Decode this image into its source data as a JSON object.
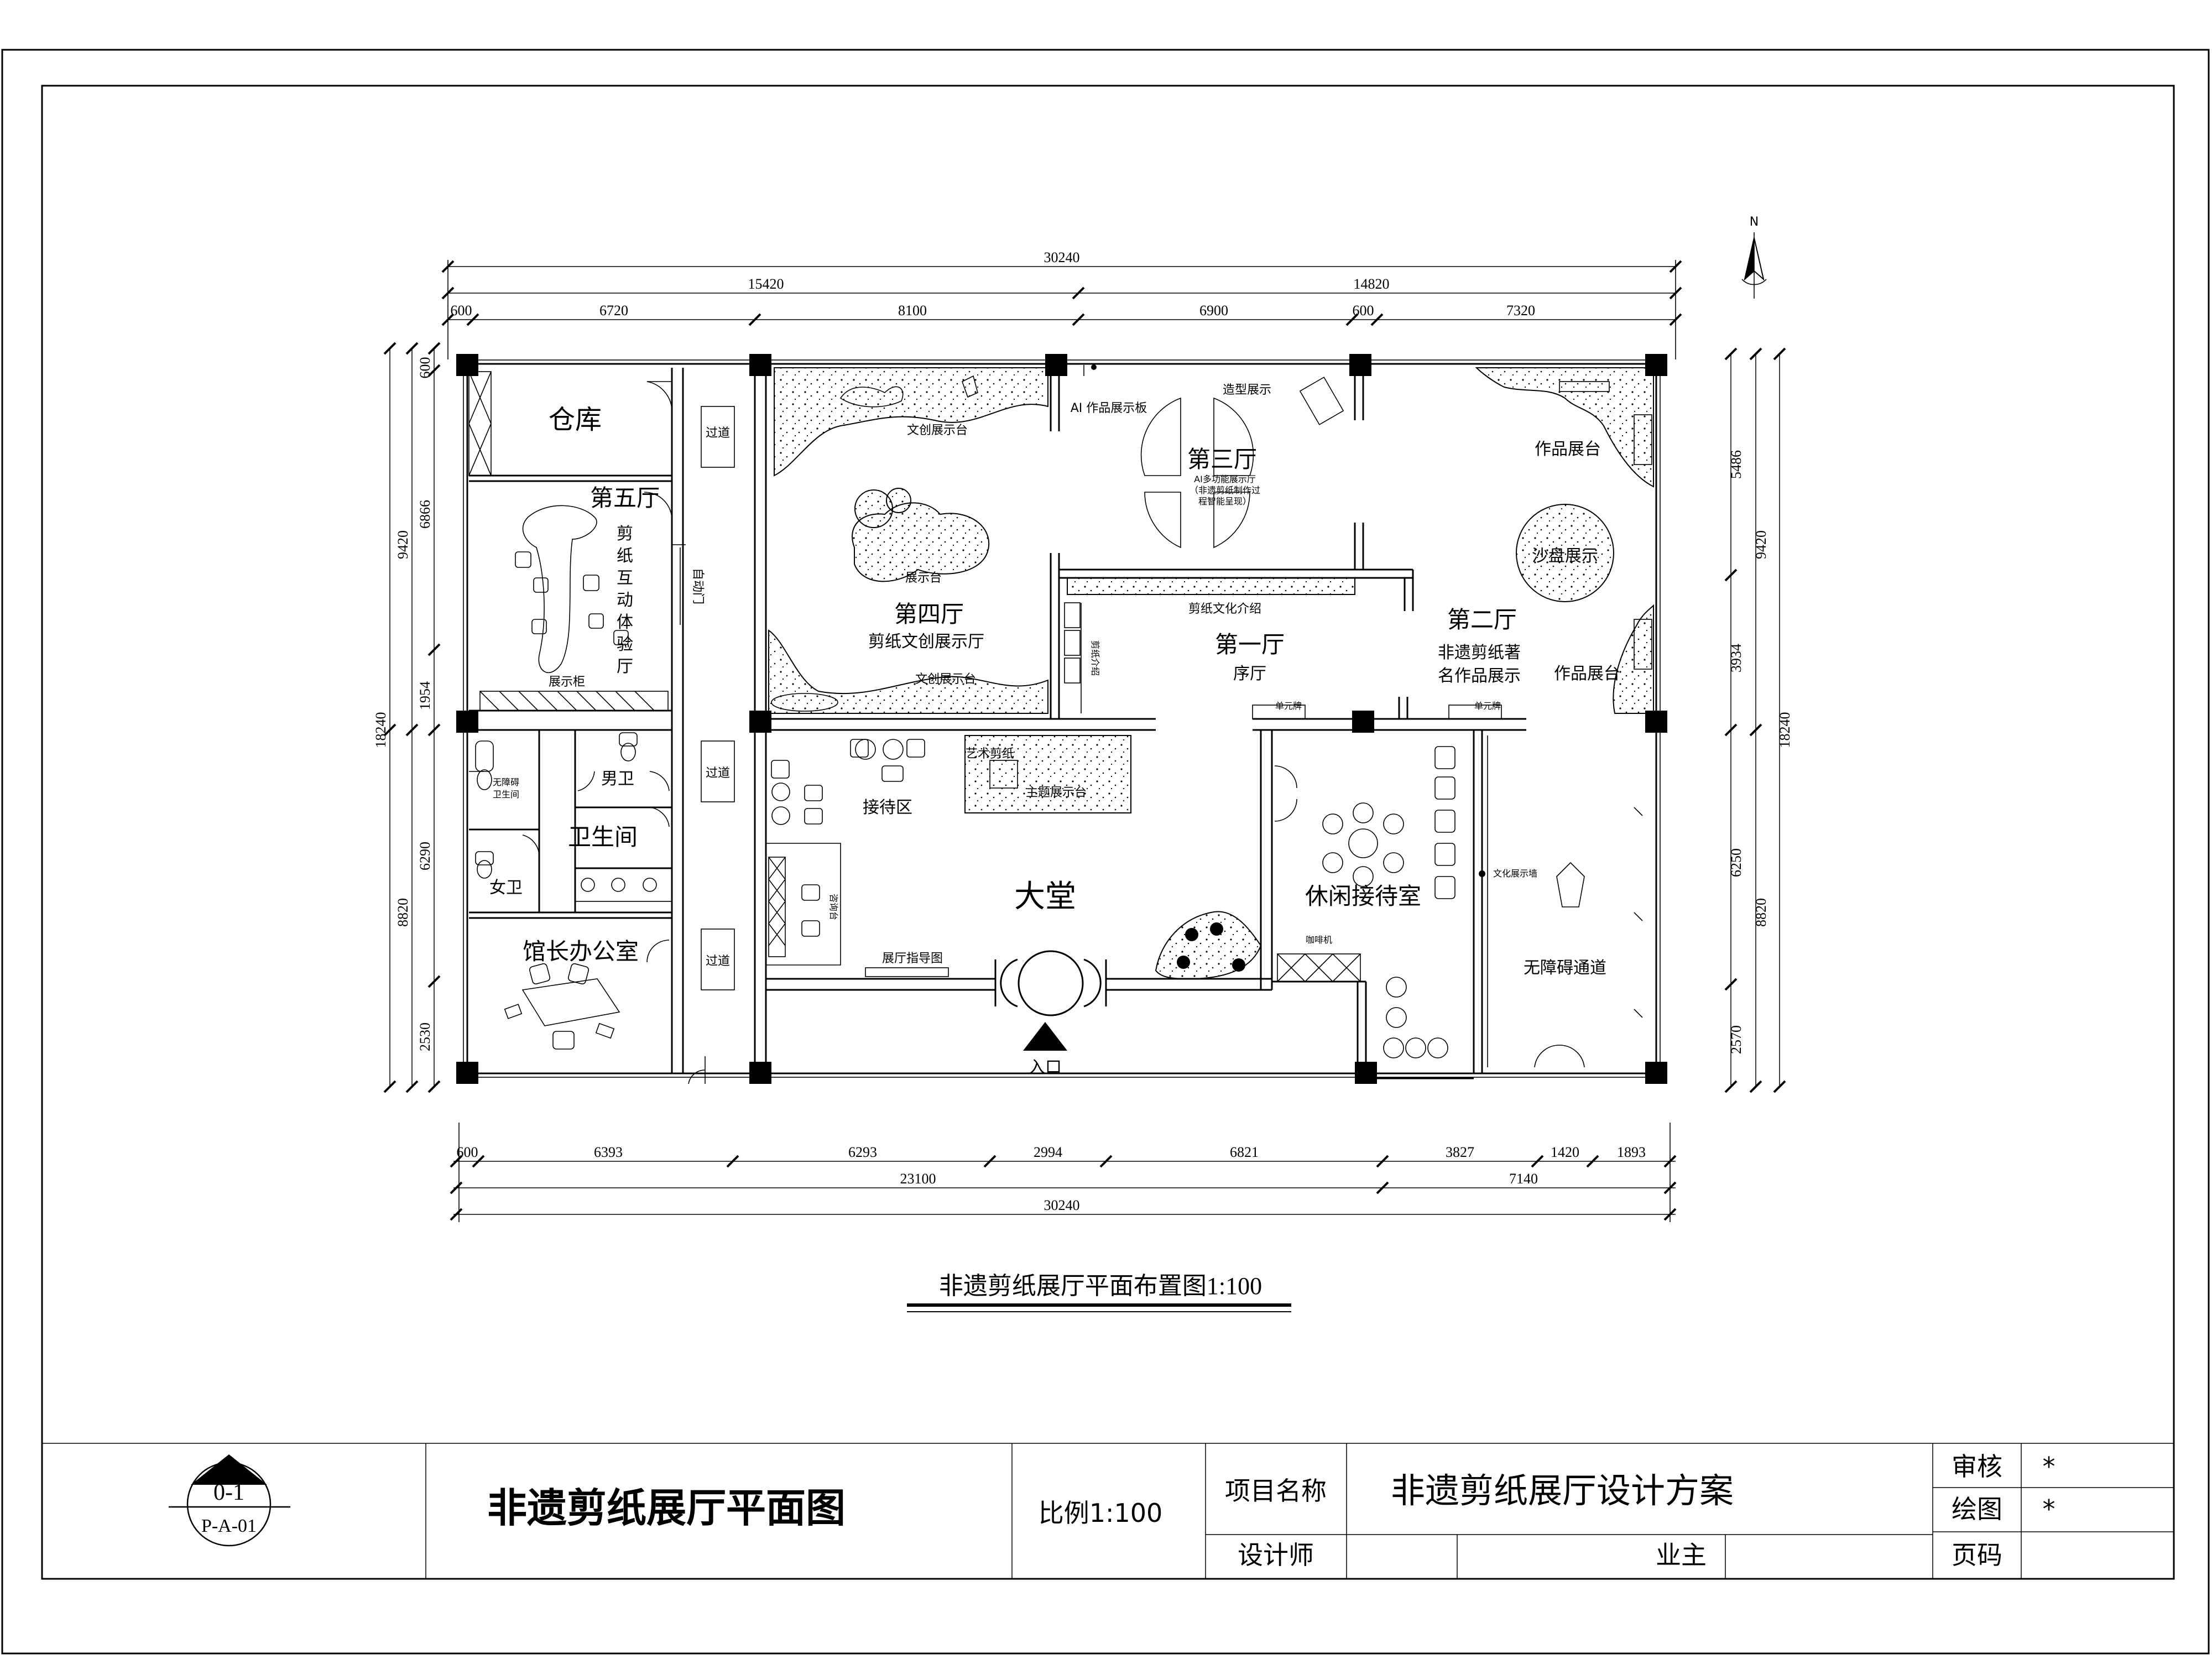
{
  "plan": {
    "caption": "非遗剪纸展厅平面布置图1:100",
    "north": "N",
    "entrance": "入口",
    "rooms": {
      "storage": "仓库",
      "hall5": "第五厅",
      "hall5_sub": [
        "剪",
        "纸",
        "互",
        "动",
        "体",
        "验",
        "厅"
      ],
      "hall5_cabinet": "展示柜",
      "auto_door": "自动门",
      "corridor": "过道",
      "hall4": "第四厅",
      "hall4_sub": "剪纸文创展示厅",
      "hall4_top": "文创展示台",
      "hall4_mid": "展示台",
      "hall4_bottom": "文创展示台",
      "hall3": "第三厅",
      "hall3_sub1": "AI多功能展示厅",
      "hall3_sub2": "（非遗剪纸制作过",
      "hall3_sub3": "程智能呈现）",
      "hall3_ai_board": "AI 作品展示板",
      "hall3_shape": "造型展示",
      "hall2": "第二厅",
      "hall2_sub1": "非遗剪纸著",
      "hall2_sub2": "名作品展示",
      "hall2_stage_top": "作品展台",
      "hall2_stage_bottom": "作品展台",
      "hall2_sand": "沙盘展示",
      "hall1": "第一厅",
      "hall1_sub": "序厅",
      "hall1_culture": "剪纸文化介绍",
      "hall1_panel": "剪纸介绍",
      "unit_sign_left": "单元牌",
      "unit_sign_right": "单元牌",
      "accessible_wc1": "无障碍",
      "accessible_wc2": "卫生间",
      "mens": "男卫",
      "womens": "女卫",
      "restroom": "卫生间",
      "reception": "接待区",
      "lobby": "大堂",
      "art_title": "艺术剪纸",
      "art_stage": "主题展示台",
      "consult": "咨询台",
      "guide_map": "展厅指导图",
      "director": "馆长办公室",
      "lounge": "休闲接待室",
      "coffee": "咖啡机",
      "barrier_free": "无障碍通道",
      "culture_wall": "文化展示墙"
    },
    "dims": {
      "top_total": "30240",
      "top_mid_a": "15420",
      "top_mid_b": "14820",
      "top_seg": [
        "600",
        "6720",
        "8100",
        "6900",
        "600",
        "7320"
      ],
      "bottom_seg": [
        "600",
        "6393",
        "6293",
        "2994",
        "6821",
        "3827",
        "1420",
        "1893"
      ],
      "bottom_mid_a": "23100",
      "bottom_mid_b": "7140",
      "bottom_total": "30240",
      "left_total": "18240",
      "left_mid_a": "9420",
      "left_mid_b": "8820",
      "left_seg": [
        "600",
        "6866",
        "1954",
        "6290",
        "2530"
      ],
      "right_total": "18240",
      "right_mid_a": "9420",
      "right_mid_b": "8820",
      "right_seg": [
        "5486",
        "3934",
        "6250",
        "2570"
      ]
    }
  },
  "title_block": {
    "badge_top": "0-1",
    "badge_bottom": "P-A-01",
    "drawing_title": "非遗剪纸展厅平面图",
    "scale": "比例1:100",
    "project_label": "项目名称",
    "project_name": "非遗剪纸展厅设计方案",
    "designer_label": "设计师",
    "owner_label": "业主",
    "review_label": "审核",
    "review_value": "*",
    "draw_label": "绘图",
    "draw_value": "*",
    "page_label": "页码"
  }
}
